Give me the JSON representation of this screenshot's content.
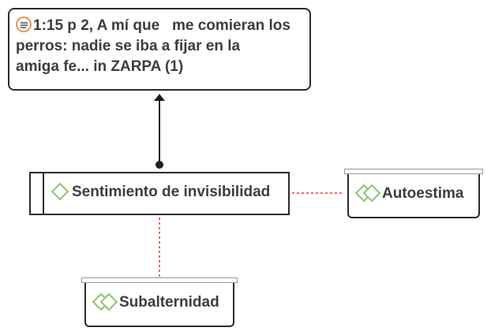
{
  "quote": {
    "icon": "document-lines-icon",
    "text": "1:15 p 2, A mí que   me comieran los\nperros: nadie se iba a fijar en la\namiga fe... in ZARPA (1)"
  },
  "codes": {
    "main": {
      "label": "Sentimiento de invisibilidad",
      "icon": "code-diamond-icon"
    },
    "autoestima": {
      "label": "Autoestima",
      "icon": "code-group-icon"
    },
    "subalternidad": {
      "label": "Subalternidad",
      "icon": "code-group-icon"
    }
  },
  "colors": {
    "code_icon": "#8cc56e",
    "quote_icon_ring": "#e8935a",
    "link_dashed": "#e53935",
    "border": "#2b2b2b"
  }
}
